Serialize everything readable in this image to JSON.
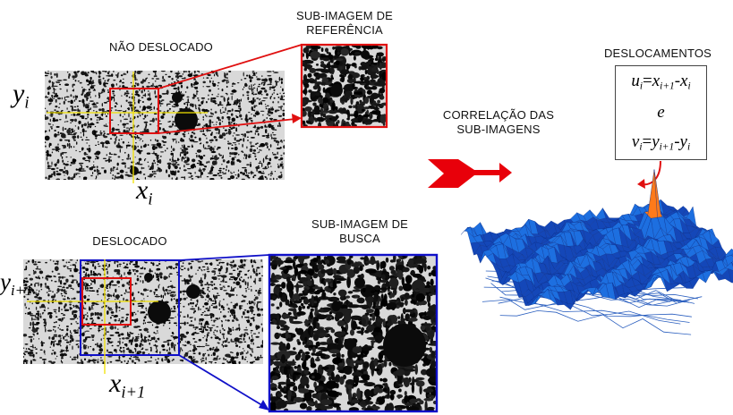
{
  "labels": {
    "nao_deslocado": "NÃO DESLOCADO",
    "sub_imagem_referencia": "SUB-IMAGEM DE\nREFERÊNCIA",
    "deslocado": "DESLOCADO",
    "sub_imagem_busca": "SUB-IMAGEM DE\nBUSCA",
    "correlacao": "CORRELAÇÃO DAS\nSUB-IMAGENS",
    "deslocamentos": "DESLOCAMENTOS"
  },
  "math": {
    "y_i": {
      "base": "y",
      "sub": "i"
    },
    "x_i": {
      "base": "x",
      "sub": "i"
    },
    "y_i1": {
      "base": "y",
      "sub": "i+1"
    },
    "x_i1": {
      "base": "x",
      "sub": "i+1"
    }
  },
  "equations": {
    "u": {
      "lhs": "u",
      "lhs_sub": "i",
      "eq": "=",
      "a": "x",
      "a_sub": "i+1",
      "minus": "-",
      "b": "x",
      "b_sub": "i"
    },
    "conj": "e",
    "v": {
      "lhs": "v",
      "lhs_sub": "i",
      "eq": "=",
      "a": "y",
      "a_sub": "i+1",
      "minus": "-",
      "b": "y",
      "b_sub": "i"
    }
  },
  "colors": {
    "reference_box": "#e01010",
    "search_box": "#1010c8",
    "crosshair": "#f2e200",
    "arrow": "#e8000a",
    "surface": "#1d6fe0",
    "peak": "#ffd21a"
  }
}
